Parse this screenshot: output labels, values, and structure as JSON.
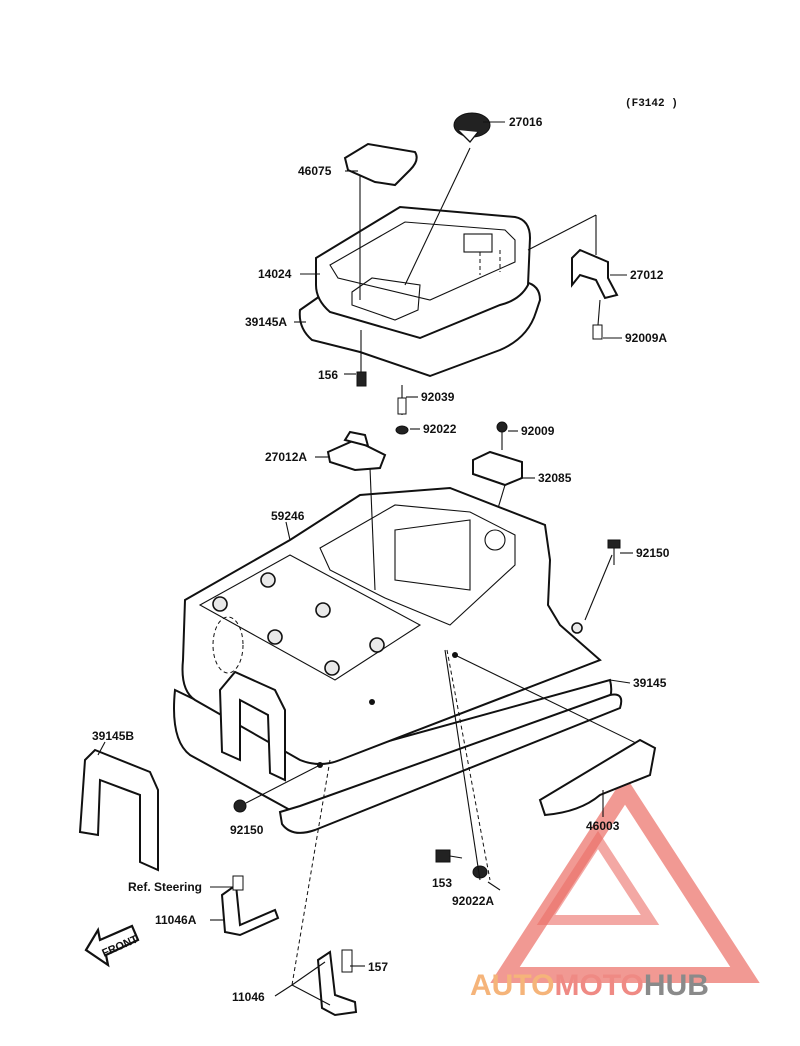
{
  "figure_code": "(F3142 )",
  "direction_label": "FRONT",
  "reference_label": "Ref. Steering",
  "parts": {
    "p27016": "27016",
    "p46075": "46075",
    "p14024": "14024",
    "p27012": "27012",
    "p39145A": "39145A",
    "p92009A": "92009A",
    "p156": "156",
    "p92039": "92039",
    "p92022": "92022",
    "p92009": "92009",
    "p27012A": "27012A",
    "p32085": "32085",
    "p59246": "59246",
    "p92150a": "92150",
    "p39145": "39145",
    "p39145B": "39145B",
    "p46003": "46003",
    "p92150b": "92150",
    "p153": "153",
    "p92022A": "92022A",
    "p11046A": "11046A",
    "p157": "157",
    "p11046": "11046"
  },
  "watermark": {
    "part1": "AUTO",
    "part2": "MOTO",
    "part3": "HUB",
    "color1": "#f5b47a",
    "color2": "#ef8a84",
    "color3": "#8a8a8a",
    "triangle_color": "#e8554c"
  }
}
